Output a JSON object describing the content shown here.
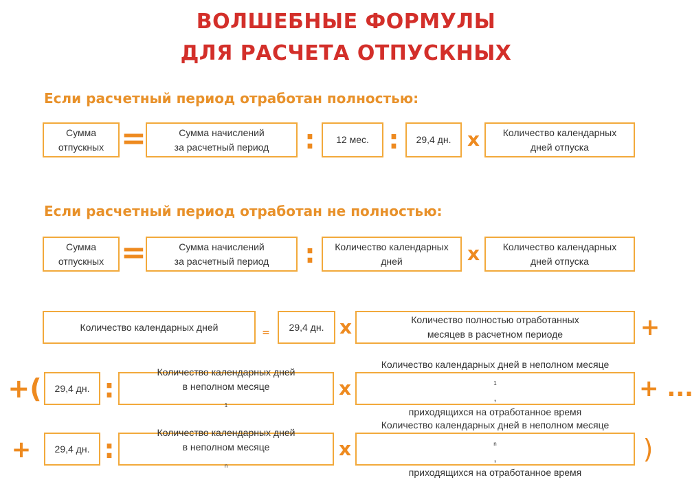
{
  "title": {
    "line1": "ВОЛШЕБНЫЕ ФОРМУЛЫ",
    "line2": "ДЛЯ РАСЧЕТА ОТПУСКНЫХ"
  },
  "section1": {
    "heading": "Если расчетный период отработан полностью:",
    "terms": {
      "result": [
        "Сумма",
        "отпускных"
      ],
      "accrual": [
        "Сумма начислений",
        "за расчетный период"
      ],
      "months": "12 мес.",
      "days": "29,4 дн.",
      "vacation": [
        "Количество календарных",
        "дней отпуска"
      ]
    },
    "ops": {
      "eq": "=",
      "div1": ":",
      "div2": ":",
      "mul": "x"
    }
  },
  "section2": {
    "heading": "Если расчетный период отработан не полностью:",
    "terms": {
      "result": [
        "Сумма",
        "отпускных"
      ],
      "accrual": [
        "Сумма начислений",
        "за расчетный период"
      ],
      "calendar_days": [
        "Количество календарных",
        "дней"
      ],
      "vacation": [
        "Количество календарных",
        "дней отпуска"
      ]
    },
    "ops": {
      "eq": "=",
      "div": ":",
      "mul": "x"
    }
  },
  "formula_days": {
    "row1": {
      "lhs": "Количество календарных дней",
      "eq": "=",
      "days": "29,4 дн.",
      "mul": "x",
      "months": [
        "Количество полностью отработанных",
        "месяцев в расчетном периоде"
      ],
      "plus": "+"
    },
    "row2": {
      "lead": "+(",
      "days": "29,4 дн.",
      "div": ":",
      "partial_days": [
        "Количество календарных дней",
        "в неполном месяце"
      ],
      "partial_sub": "1",
      "mul": "x",
      "worked": [
        "Количество календарных дней в неполном месяце",
        "приходящихся на отработанное время"
      ],
      "worked_sub": "1",
      "worked_comma": ",",
      "tail": "+ ..."
    },
    "row3": {
      "lead": "+",
      "days": "29,4 дн.",
      "div": ":",
      "partial_days": [
        "Количество календарных дней",
        "в неполном месяце"
      ],
      "partial_sub": "n",
      "mul": "x",
      "worked": [
        "Количество календарных дней в неполном месяце",
        "приходящихся на отработанное время"
      ],
      "worked_sub": "n",
      "worked_comma": ",",
      "close": ")"
    }
  },
  "colors": {
    "title": "#d32f2a",
    "heading": "#e8912a",
    "operator": "#ee8a1f",
    "box_border": "#f2a93b"
  }
}
